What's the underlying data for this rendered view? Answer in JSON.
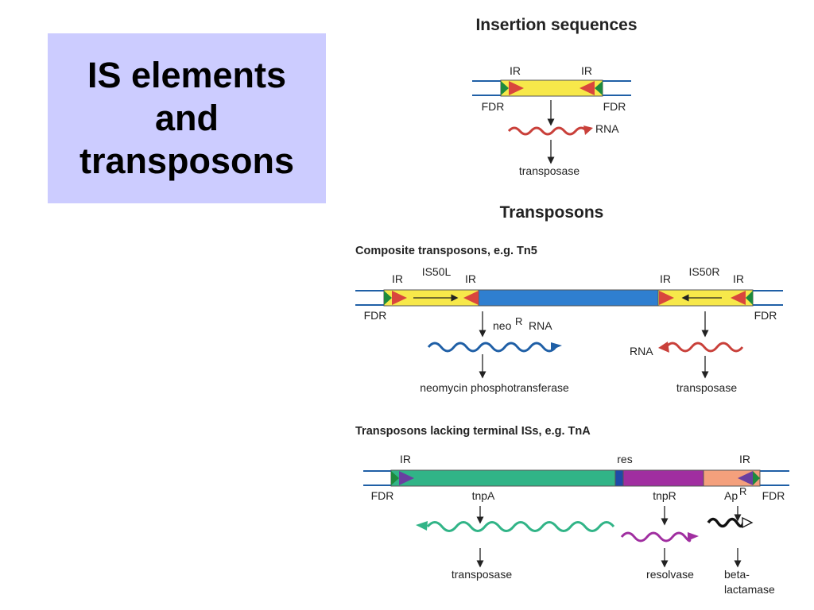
{
  "slide": {
    "title_lines": [
      "IS elements",
      "and",
      "transposons"
    ]
  },
  "colors": {
    "title_bg": "#ccccff",
    "dna_line": "#1f5fa6",
    "is_yellow": "#f7e84a",
    "ir_red": "#d9463d",
    "fdr_green": "#1e8a3e",
    "tn5_blue": "#2f7fd0",
    "rna_red": "#c9403a",
    "rna_blue": "#1f5fa6",
    "tnpA_green": "#31b487",
    "res_blue": "#1e4aa8",
    "tnpR_purple": "#a02ea0",
    "ap_salmon": "#f4a07c",
    "ir_purple": "#6a3fa0",
    "bla_black": "#111111"
  },
  "figure": {
    "insertion_sequences": {
      "heading": "Insertion sequences",
      "ir_left": "IR",
      "ir_right": "IR",
      "fdr_left": "FDR",
      "fdr_right": "FDR",
      "rna": "RNA",
      "product": "transposase"
    },
    "transposons_heading": "Transposons",
    "composite": {
      "heading": "Composite transposons, e.g. Tn5",
      "is50l": "IS50L",
      "is50r": "IS50R",
      "ir1": "IR",
      "ir2": "IR",
      "ir3": "IR",
      "ir4": "IR",
      "fdr_left": "FDR",
      "fdr_right": "FDR",
      "neo": "neo",
      "neo_sup": "R",
      "neo_rna": "RNA",
      "rna_right": "RNA",
      "product_left": "neomycin phosphotransferase",
      "product_right": "transposase"
    },
    "tna": {
      "heading": "Transposons lacking terminal ISs, e.g. TnA",
      "ir_left": "IR",
      "res": "res",
      "ir_right": "IR",
      "fdr_left": "FDR",
      "fdr_right": "FDR",
      "tnpA": "tnpA",
      "tnpR": "tnpR",
      "ap": "Ap",
      "ap_sup": "R",
      "product_transposase": "transposase",
      "product_resolvase": "resolvase",
      "product_beta_1": "beta-",
      "product_beta_2": "lactamase"
    }
  }
}
